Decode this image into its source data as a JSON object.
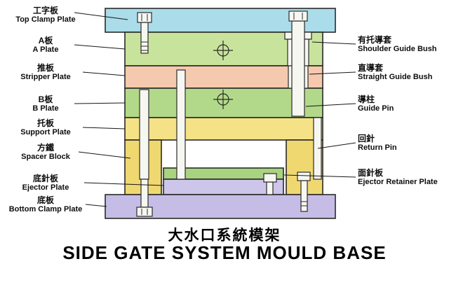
{
  "title": {
    "zh": "大水口系統模架",
    "en": "SIDE GATE SYSTEM MOULD BASE"
  },
  "left_labels": [
    {
      "zh": "工字板",
      "en": "Top Clamp Plate"
    },
    {
      "zh": "A板",
      "en": "A Plate"
    },
    {
      "zh": "推板",
      "en": "Stripper Plate"
    },
    {
      "zh": "B板",
      "en": "B Plate"
    },
    {
      "zh": "托板",
      "en": "Support Plate"
    },
    {
      "zh": "方鐵",
      "en": "Spacer Block"
    },
    {
      "zh": "底針板",
      "en": "Ejector Plate"
    },
    {
      "zh": "底板",
      "en": "Bottom Clamp Plate"
    }
  ],
  "right_labels": [
    {
      "zh": "有托導套",
      "en": "Shoulder Guide Bush"
    },
    {
      "zh": "直導套",
      "en": "Straight Guide Bush"
    },
    {
      "zh": "導柱",
      "en": "Guide Pin"
    },
    {
      "zh": "回針",
      "en": "Return Pin"
    },
    {
      "zh": "面針板",
      "en": "Ejector Retainer Plate"
    }
  ],
  "colors": {
    "top_clamp_plate": "#abdce9",
    "a_plate": "#c8e39c",
    "stripper_plate": "#f4c9ae",
    "b_plate": "#b2d989",
    "support_plate": "#f5e287",
    "spacer_block": "#f0d870",
    "ejector_retainer_plate": "#a8d37f",
    "ejector_plate": "#cdc5ea",
    "bottom_clamp_plate": "#c6bde6",
    "pin": "#f7f7f2"
  }
}
